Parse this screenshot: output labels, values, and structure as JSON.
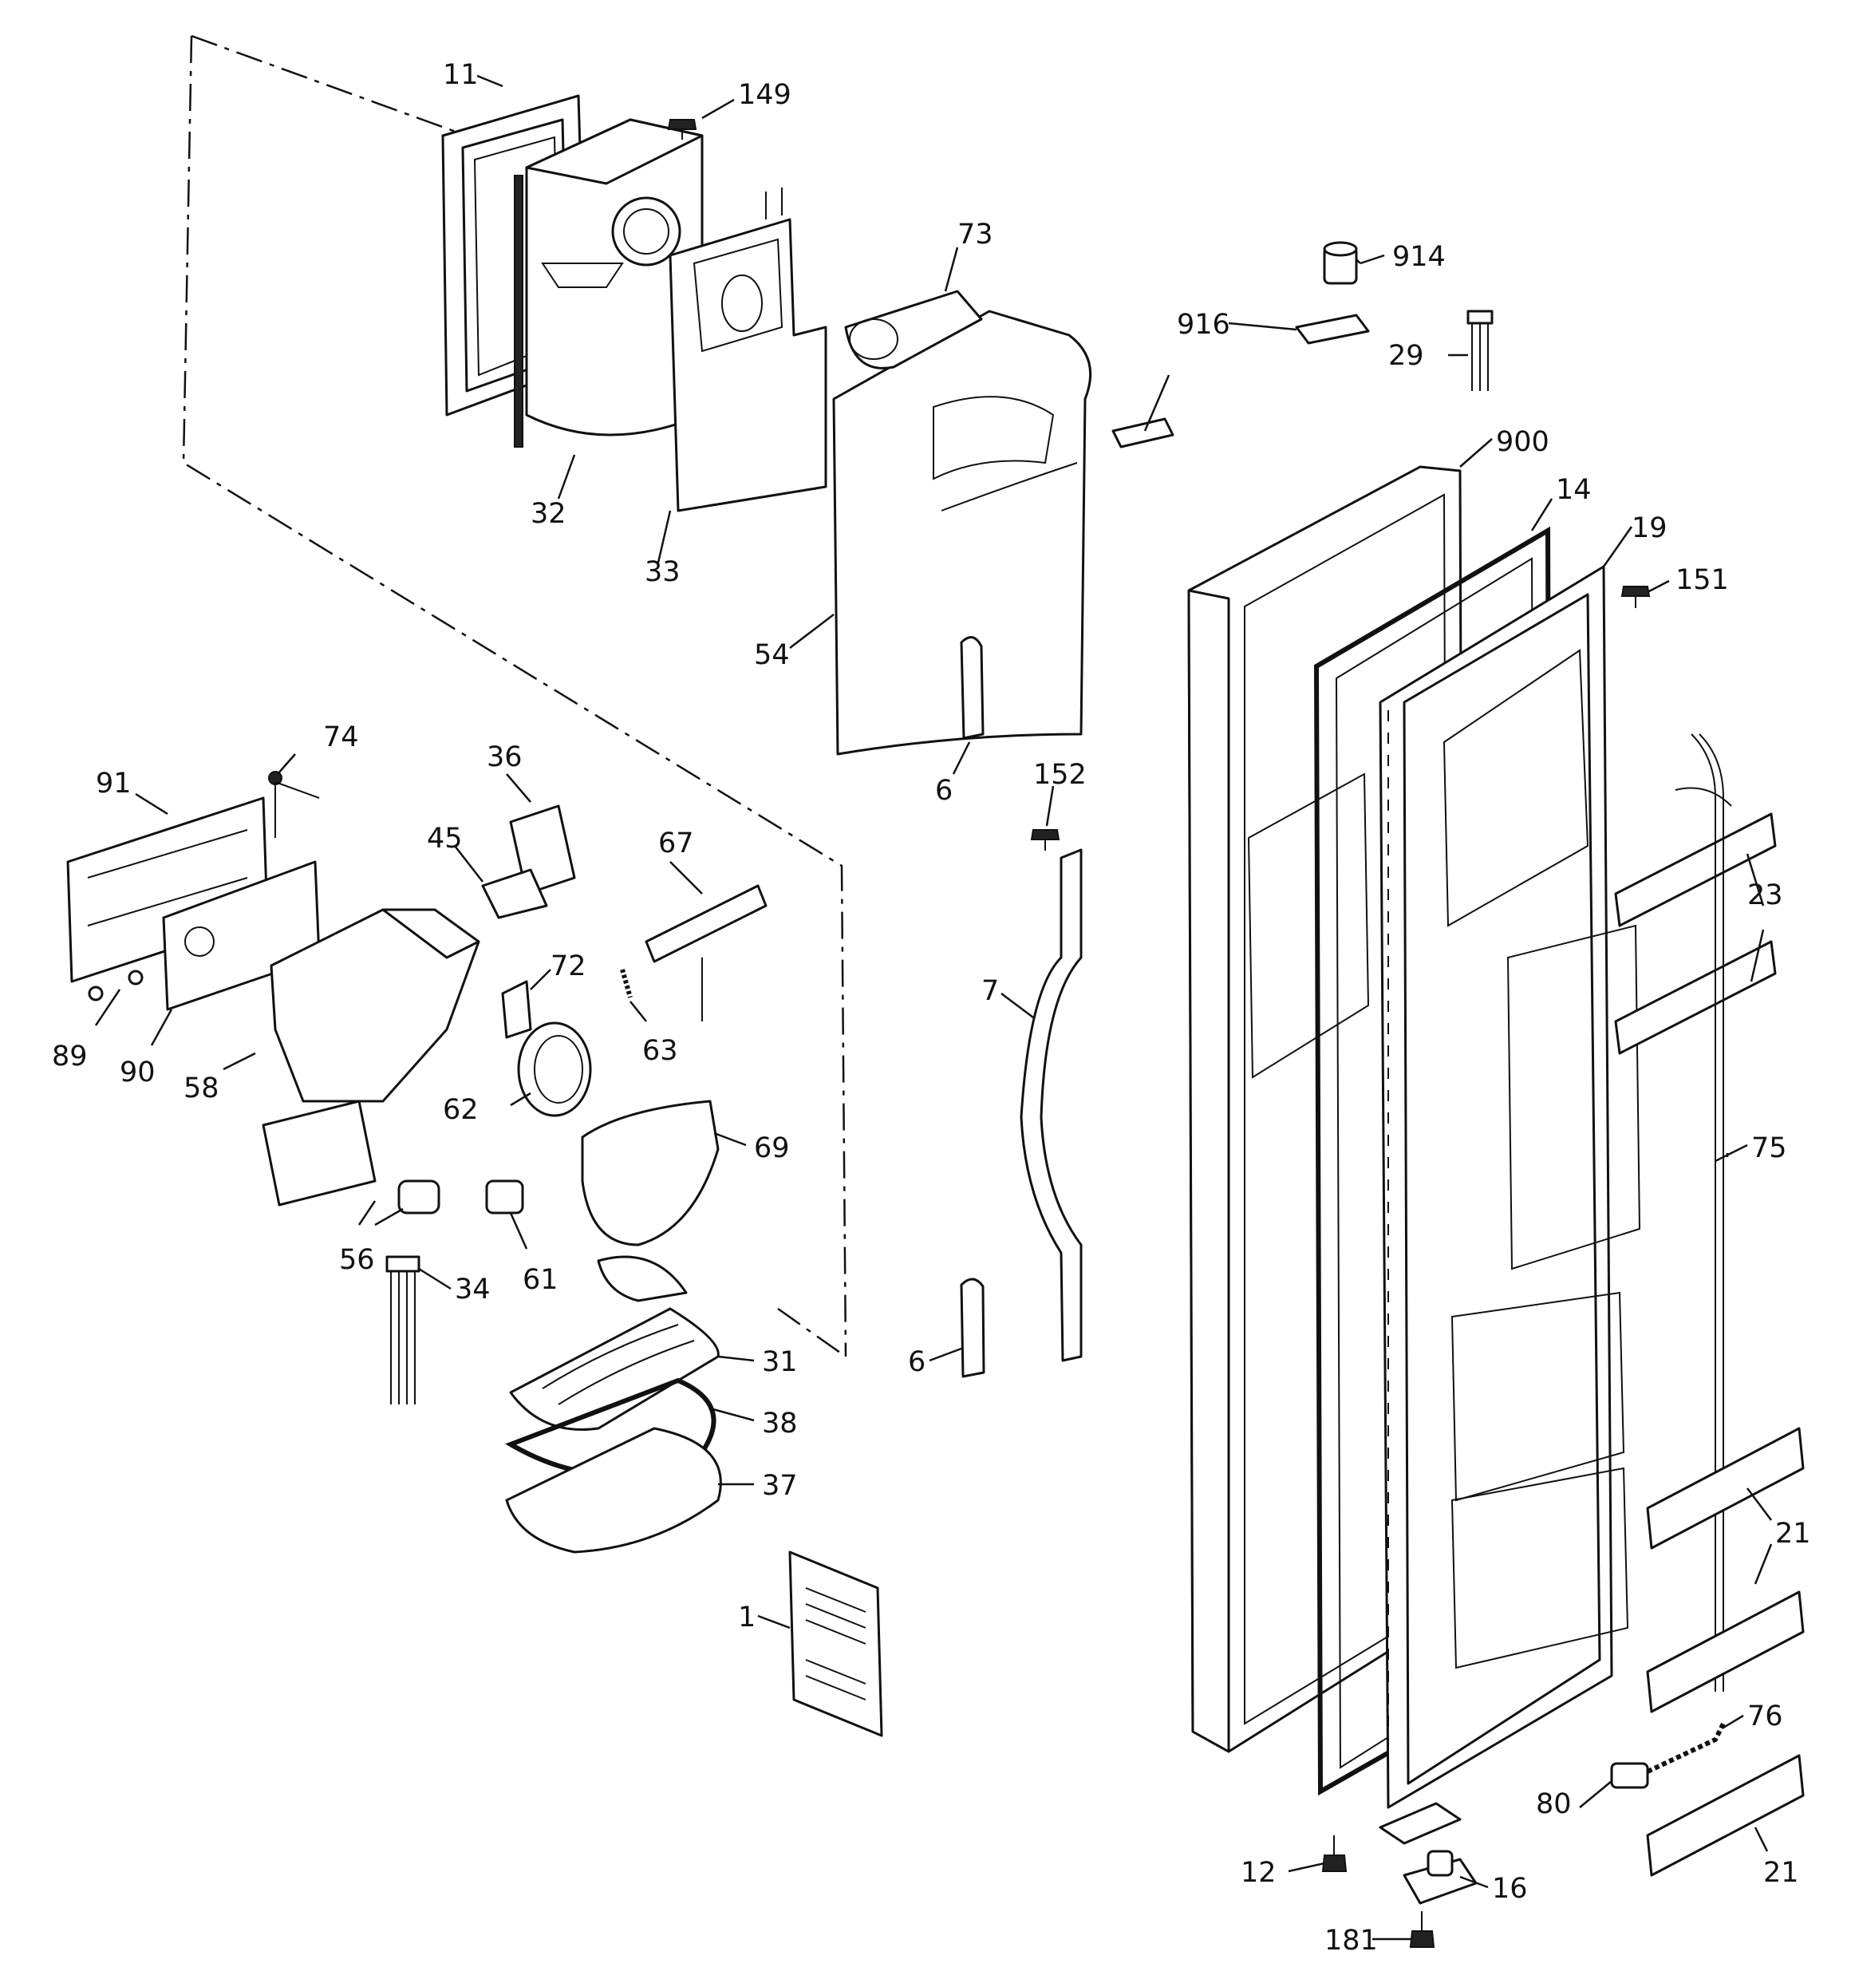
{
  "callouts": [
    {
      "id": "11",
      "text": "11"
    },
    {
      "id": "149",
      "text": "149"
    },
    {
      "id": "73",
      "text": "73"
    },
    {
      "id": "914",
      "text": "914"
    },
    {
      "id": "916",
      "text": "916"
    },
    {
      "id": "29",
      "text": "29"
    },
    {
      "id": "900",
      "text": "900"
    },
    {
      "id": "32",
      "text": "32"
    },
    {
      "id": "33",
      "text": "33"
    },
    {
      "id": "14",
      "text": "14"
    },
    {
      "id": "19",
      "text": "19"
    },
    {
      "id": "151",
      "text": "151"
    },
    {
      "id": "54",
      "text": "54"
    },
    {
      "id": "6a",
      "text": "6"
    },
    {
      "id": "74",
      "text": "74"
    },
    {
      "id": "91",
      "text": "91"
    },
    {
      "id": "36",
      "text": "36"
    },
    {
      "id": "152",
      "text": "152"
    },
    {
      "id": "45",
      "text": "45"
    },
    {
      "id": "67",
      "text": "67"
    },
    {
      "id": "23",
      "text": "23"
    },
    {
      "id": "72",
      "text": "72"
    },
    {
      "id": "7",
      "text": "7"
    },
    {
      "id": "89",
      "text": "89"
    },
    {
      "id": "90",
      "text": "90"
    },
    {
      "id": "63",
      "text": "63"
    },
    {
      "id": "58",
      "text": "58"
    },
    {
      "id": "62",
      "text": "62"
    },
    {
      "id": "69",
      "text": "69"
    },
    {
      "id": "75",
      "text": "75"
    },
    {
      "id": "56",
      "text": "56"
    },
    {
      "id": "61",
      "text": "61"
    },
    {
      "id": "34",
      "text": "34"
    },
    {
      "id": "31",
      "text": "31"
    },
    {
      "id": "6b",
      "text": "6"
    },
    {
      "id": "38",
      "text": "38"
    },
    {
      "id": "37",
      "text": "37"
    },
    {
      "id": "21a",
      "text": "21"
    },
    {
      "id": "1",
      "text": "1"
    },
    {
      "id": "76",
      "text": "76"
    },
    {
      "id": "80",
      "text": "80"
    },
    {
      "id": "12",
      "text": "12"
    },
    {
      "id": "16",
      "text": "16"
    },
    {
      "id": "21b",
      "text": "21"
    },
    {
      "id": "181",
      "text": "181"
    }
  ]
}
